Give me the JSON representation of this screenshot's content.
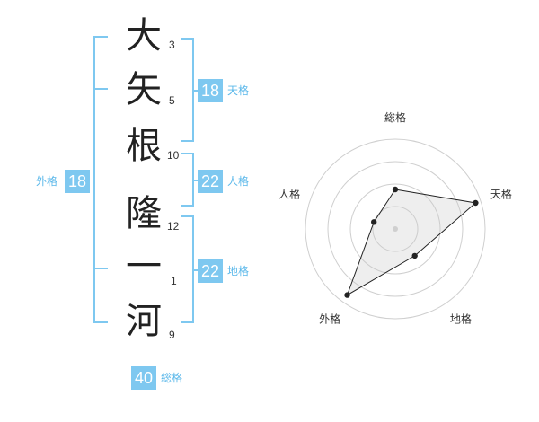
{
  "name": {
    "chars": [
      "大",
      "矢",
      "根",
      "隆",
      "一",
      "河"
    ],
    "strokes": [
      "3",
      "5",
      "10",
      "12",
      "1",
      "9"
    ]
  },
  "kakusu": {
    "tenkaku": {
      "value": "18",
      "label": "天格"
    },
    "jinkaku": {
      "value": "22",
      "label": "人格"
    },
    "chikaku": {
      "value": "22",
      "label": "地格"
    },
    "gaikaku": {
      "value": "18",
      "label": "外格"
    },
    "soukaku": {
      "value": "40",
      "label": "総格"
    }
  },
  "colors": {
    "accent": "#7ec8f0",
    "accent_text": "#5bb8ea"
  },
  "chart_data": {
    "type": "radar",
    "axes": [
      "総格",
      "天格",
      "地格",
      "外格",
      "人格"
    ],
    "rings": 4,
    "values": [
      0.44,
      0.94,
      0.37,
      0.91,
      0.25
    ]
  }
}
